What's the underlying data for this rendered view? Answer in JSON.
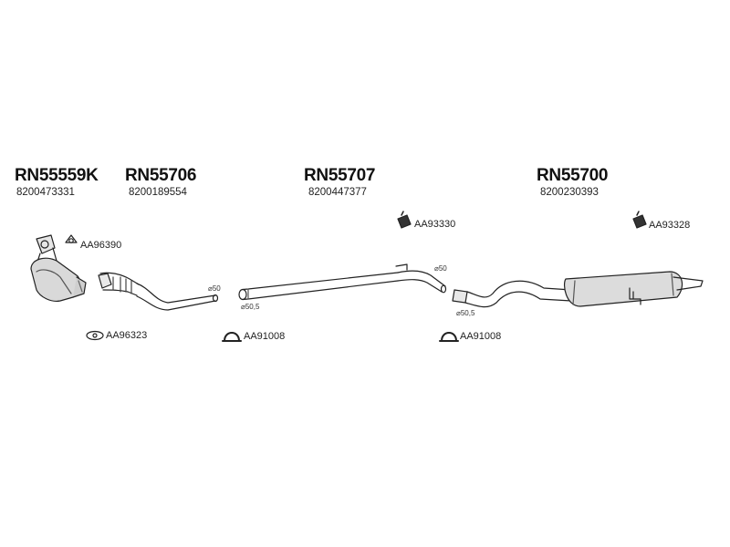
{
  "parts": [
    {
      "part_no": "RN55559K",
      "oem": "8200473331"
    },
    {
      "part_no": "RN55706",
      "oem": "8200189554"
    },
    {
      "part_no": "RN55707",
      "oem": "8200447377"
    },
    {
      "part_no": "RN55700",
      "oem": "8200230393"
    }
  ],
  "accessories": {
    "gasket_1": "AA96390",
    "gasket_2": "AA96323",
    "clamp_1": "AA91008",
    "clamp_2": "AA91008",
    "hanger_1": "AA93330",
    "hanger_2": "AA93328"
  },
  "diameters": {
    "d1": "⌀50",
    "d2": "⌀50,5",
    "d3": "⌀50",
    "d4": "⌀50,5"
  }
}
